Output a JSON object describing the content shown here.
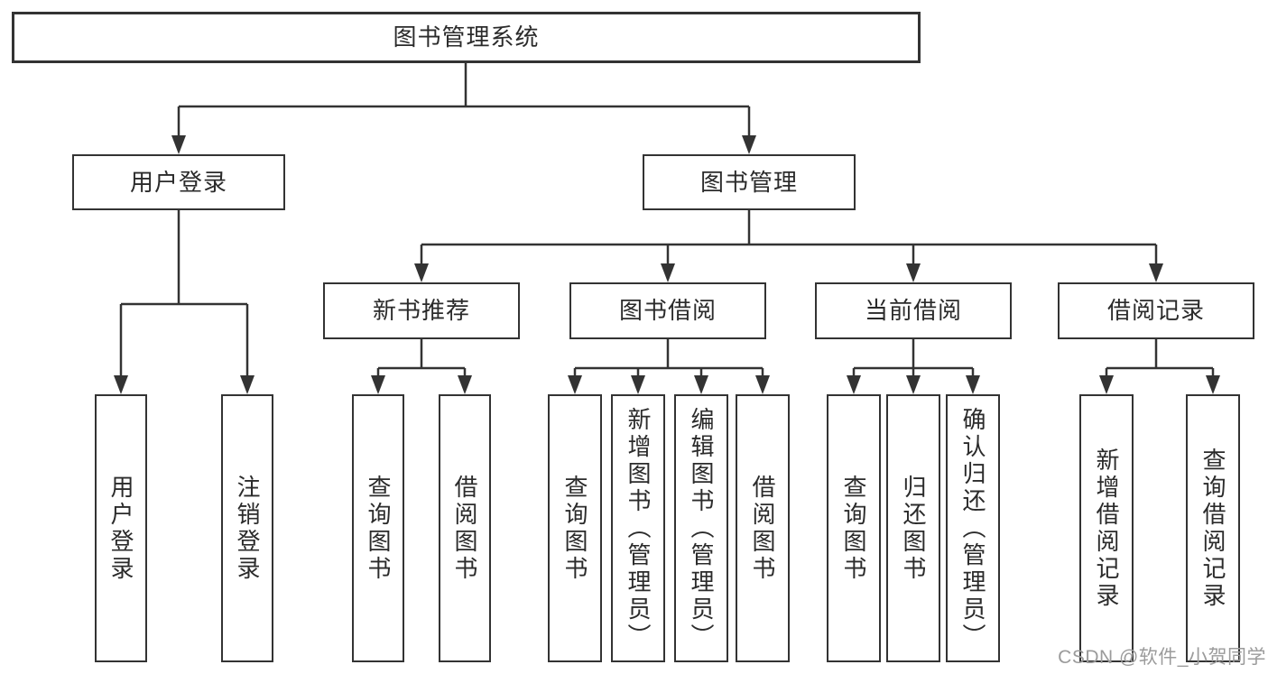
{
  "colors": {
    "line": "#333333",
    "box_border": "#333333",
    "box_background": "#ffffff",
    "text": "#2b2b2b",
    "watermark": "#9b9b9b",
    "page_background": "#ffffff"
  },
  "root": {
    "label": "图书管理系统"
  },
  "level2": {
    "user_login": "用户登录",
    "book_management": "图书管理"
  },
  "level3": {
    "new_book_recommend": "新书推荐",
    "book_borrow": "图书借阅",
    "current_borrow": "当前借阅",
    "borrow_record": "借阅记录"
  },
  "leaves": {
    "user_login": [
      "用户登录",
      "注销登录"
    ],
    "new_book_recommend": [
      "查询图书",
      "借阅图书"
    ],
    "book_borrow": [
      "查询图书",
      "新增图书（管理员）",
      "编辑图书（管理员）",
      "借阅图书"
    ],
    "current_borrow": [
      "查询图书",
      "归还图书",
      "确认归还（管理员）"
    ],
    "borrow_record": [
      "新增借阅记录",
      "查询借阅记录"
    ]
  },
  "watermark": "CSDN @软件_小贺同学"
}
